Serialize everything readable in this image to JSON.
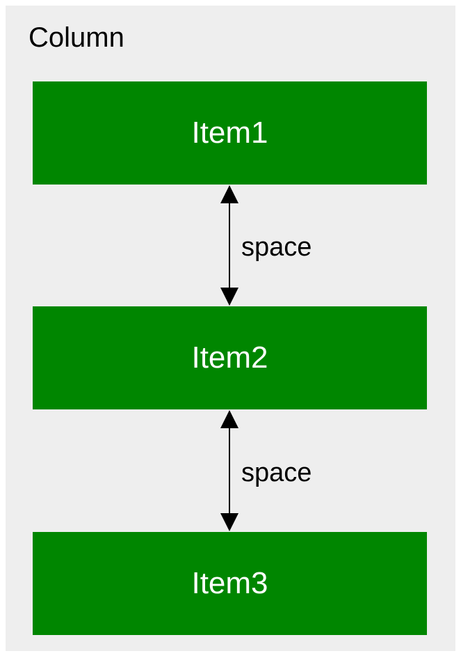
{
  "column": {
    "title": "Column",
    "background": "#eeeeee"
  },
  "items": [
    {
      "label": "Item1",
      "color": "#008600"
    },
    {
      "label": "Item2",
      "color": "#008600"
    },
    {
      "label": "Item3",
      "color": "#008600"
    }
  ],
  "spacers": [
    {
      "label": "space"
    },
    {
      "label": "space"
    }
  ]
}
